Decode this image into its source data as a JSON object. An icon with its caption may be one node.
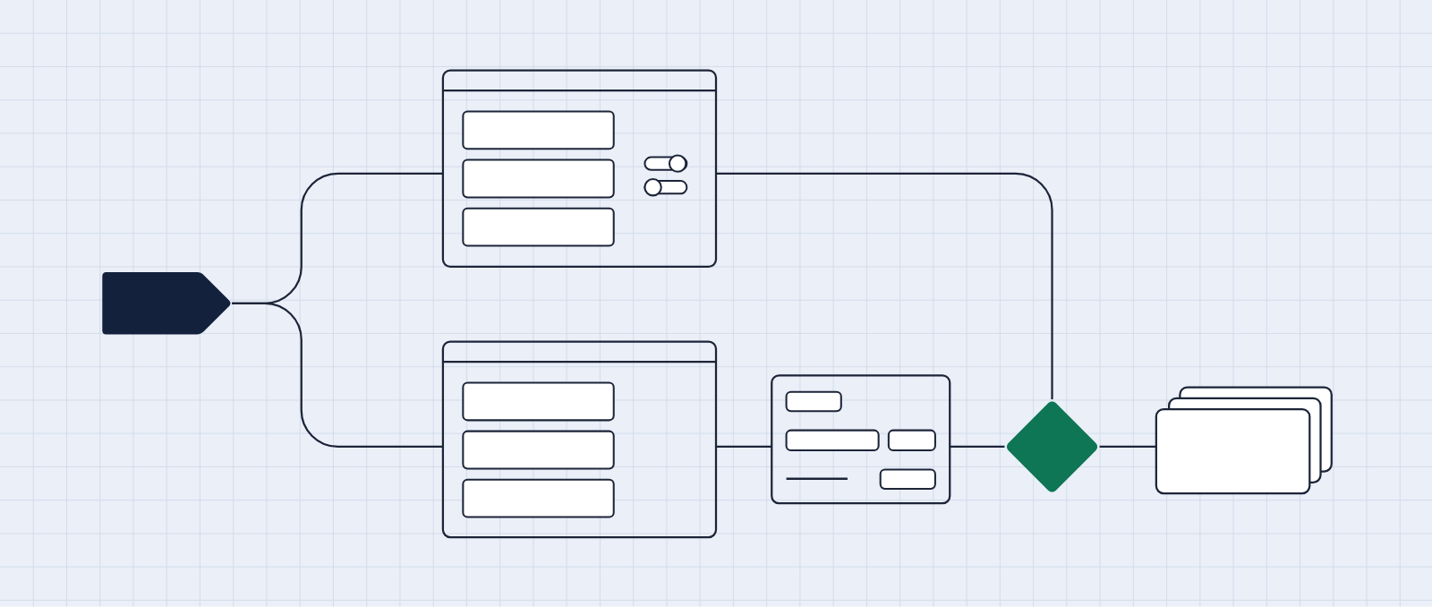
{
  "diagram": {
    "nodes": [
      {
        "text": [],
        "shape": "tag"
      },
      {
        "text": [],
        "shape": "window"
      },
      {
        "text": [],
        "shape": "window"
      },
      {
        "text": [],
        "shape": "card"
      },
      {
        "text": [],
        "shape": "diamond"
      },
      {
        "text": [],
        "shape": "box"
      }
    ],
    "edges": [
      {
        "from": 0,
        "to": 1,
        "arrow": "none"
      },
      {
        "from": 0,
        "to": 2,
        "arrow": "none"
      },
      {
        "from": 1,
        "to": 4,
        "arrow": "none"
      },
      {
        "from": 2,
        "to": 3,
        "arrow": "none"
      },
      {
        "from": 3,
        "to": 4,
        "arrow": "none"
      },
      {
        "from": 4,
        "to": 5,
        "arrow": "none"
      }
    ]
  }
}
